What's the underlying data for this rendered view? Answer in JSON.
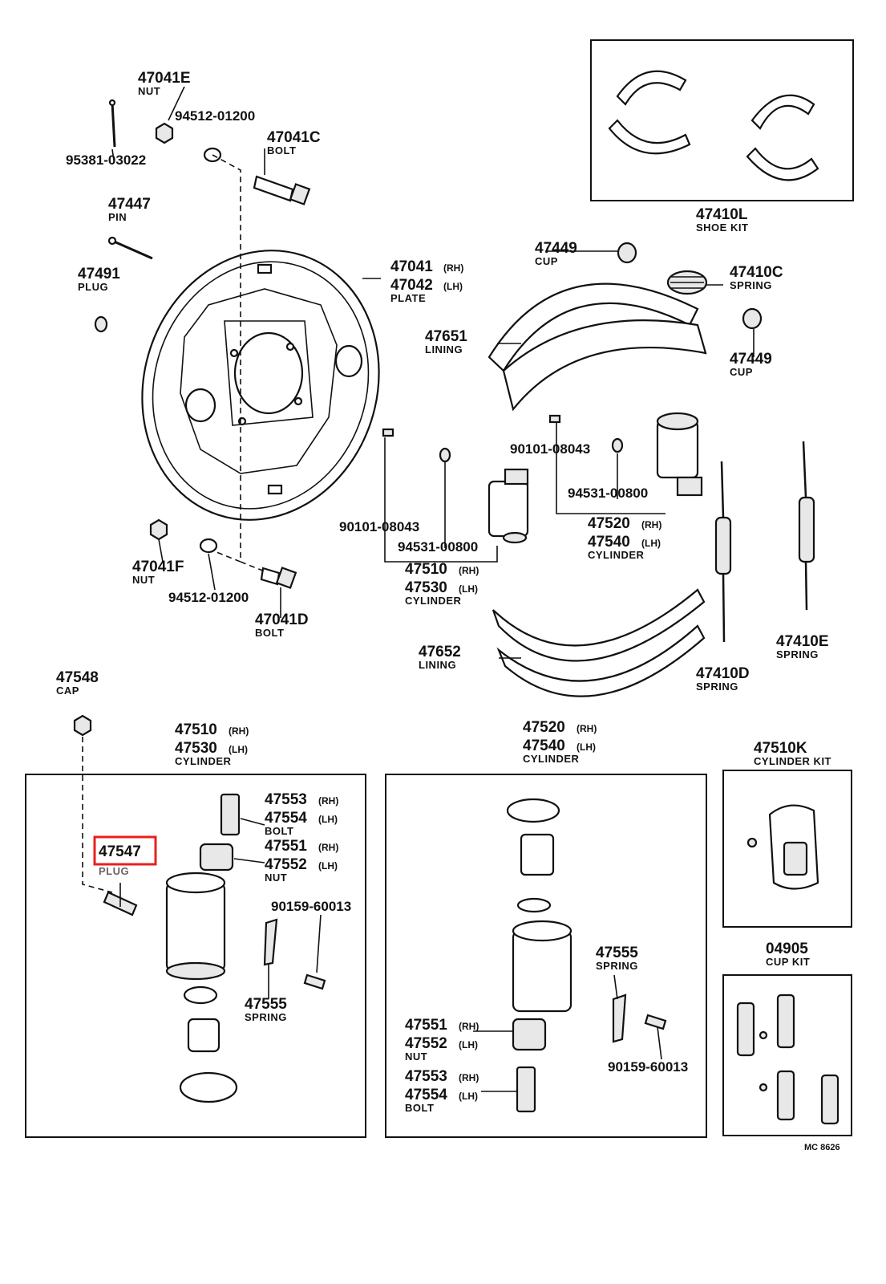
{
  "diagram_ref": "MC 8626",
  "highlight_color": "#e8201c",
  "highlighted_part": "47547",
  "labels": [
    {
      "id": "47041E",
      "part": "47041E",
      "name": "NUT"
    },
    {
      "id": "94512-01200-top",
      "part": "94512-01200",
      "name": ""
    },
    {
      "id": "47041C",
      "part": "47041C",
      "name": "BOLT"
    },
    {
      "id": "95381-03022",
      "part": "95381-03022",
      "name": ""
    },
    {
      "id": "47447",
      "part": "47447",
      "name": "PIN"
    },
    {
      "id": "47491",
      "part": "47491",
      "name": "PLUG"
    },
    {
      "id": "47041-42",
      "part": "47041",
      "suffix": "(RH)",
      "part2": "47042",
      "suffix2": "(LH)",
      "name": "PLATE"
    },
    {
      "id": "47410L",
      "part": "47410L",
      "name": "SHOE KIT"
    },
    {
      "id": "47449-top",
      "part": "47449",
      "name": "CUP"
    },
    {
      "id": "47410C",
      "part": "47410C",
      "name": "SPRING"
    },
    {
      "id": "47449-right",
      "part": "47449",
      "name": "CUP"
    },
    {
      "id": "47651",
      "part": "47651",
      "name": "LINING"
    },
    {
      "id": "90101-08043-right",
      "part": "90101-08043",
      "name": ""
    },
    {
      "id": "94531-00800-right",
      "part": "94531-00800",
      "name": ""
    },
    {
      "id": "47520-40-top",
      "part": "47520",
      "suffix": "(RH)",
      "part2": "47540",
      "suffix2": "(LH)",
      "name": "CYLINDER"
    },
    {
      "id": "90101-08043-left",
      "part": "90101-08043",
      "name": ""
    },
    {
      "id": "94531-00800-left",
      "part": "94531-00800",
      "name": ""
    },
    {
      "id": "47510-30-top",
      "part": "47510",
      "suffix": "(RH)",
      "part2": "47530",
      "suffix2": "(LH)",
      "name": "CYLINDER"
    },
    {
      "id": "47041F",
      "part": "47041F",
      "name": "NUT"
    },
    {
      "id": "94512-01200-bottom",
      "part": "94512-01200",
      "name": ""
    },
    {
      "id": "47041D",
      "part": "47041D",
      "name": "BOLT"
    },
    {
      "id": "47652",
      "part": "47652",
      "name": "LINING"
    },
    {
      "id": "47410D",
      "part": "47410D",
      "name": "SPRING"
    },
    {
      "id": "47410E",
      "part": "47410E",
      "name": "SPRING"
    },
    {
      "id": "47548",
      "part": "47548",
      "name": "CAP"
    },
    {
      "id": "47510-30-box",
      "part": "47510",
      "suffix": "(RH)",
      "part2": "47530",
      "suffix2": "(LH)",
      "name": "CYLINDER"
    },
    {
      "id": "47553-54-left",
      "part": "47553",
      "suffix": "(RH)",
      "part2": "47554",
      "suffix2": "(LH)",
      "name": "BOLT"
    },
    {
      "id": "47551-52-left",
      "part": "47551",
      "suffix": "(RH)",
      "part2": "47552",
      "suffix2": "(LH)",
      "name": "NUT"
    },
    {
      "id": "47547",
      "part": "47547",
      "name": "PLUG"
    },
    {
      "id": "90159-60013-left",
      "part": "90159-60013",
      "name": ""
    },
    {
      "id": "47555-left",
      "part": "47555",
      "name": "SPRING"
    },
    {
      "id": "47520-40-box",
      "part": "47520",
      "suffix": "(RH)",
      "part2": "47540",
      "suffix2": "(LH)",
      "name": "CYLINDER"
    },
    {
      "id": "47555-right",
      "part": "47555",
      "name": "SPRING"
    },
    {
      "id": "47551-52-right",
      "part": "47551",
      "suffix": "(RH)",
      "part2": "47552",
      "suffix2": "(LH)",
      "name": "NUT"
    },
    {
      "id": "47553-54-right",
      "part": "47553",
      "suffix": "(RH)",
      "part2": "47554",
      "suffix2": "(LH)",
      "name": "BOLT"
    },
    {
      "id": "90159-60013-right",
      "part": "90159-60013",
      "name": ""
    },
    {
      "id": "47510K",
      "part": "47510K",
      "name": "CYLINDER KIT"
    },
    {
      "id": "04905",
      "part": "04905",
      "name": "CUP KIT"
    }
  ]
}
